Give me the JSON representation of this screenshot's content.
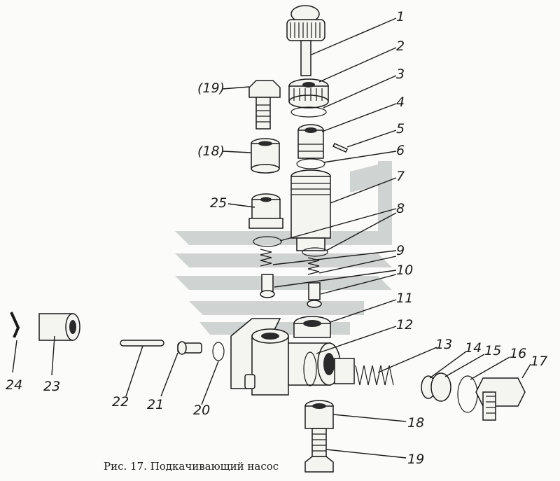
{
  "caption": "Рис. 17. Подкачивающий насос",
  "callouts": {
    "c1": "1",
    "c2": "2",
    "c3": "3",
    "c4": "4",
    "c5": "5",
    "c6": "6",
    "c7": "7",
    "c8": "8",
    "c9": "9",
    "c10": "10",
    "c11": "11",
    "c12": "12",
    "c13": "13",
    "c14": "14",
    "c15": "15",
    "c16": "16",
    "c17": "17",
    "c18": "18",
    "c19": "19",
    "c19p": "(19)",
    "c18p": "(18)",
    "c20": "20",
    "c21": "21",
    "c22": "22",
    "c23": "23",
    "c24": "24",
    "c25": "25"
  }
}
